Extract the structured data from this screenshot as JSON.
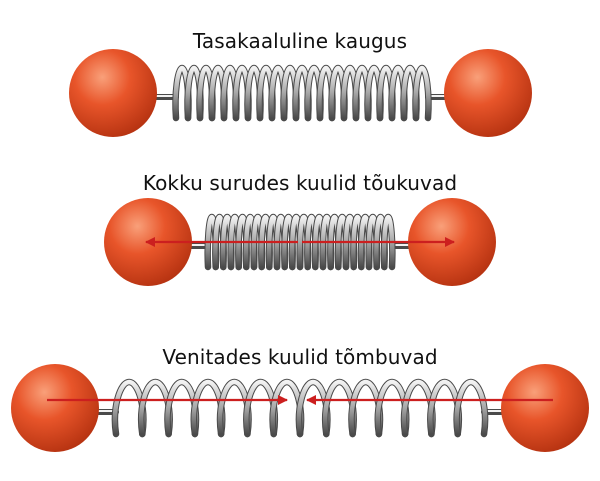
{
  "colors": {
    "ball": "#e8552a",
    "ball_highlight": "#f9a07a",
    "ball_shadow": "#b83412",
    "spring_light": "#f2f2f2",
    "spring_mid": "#a6a6a6",
    "spring_dark": "#4a4a4a",
    "arrow": "#cc1f1f",
    "text": "#111111"
  },
  "panels": [
    {
      "caption": "Tasakaaluline kaugus",
      "state": "equilibrium",
      "arrows": "none"
    },
    {
      "caption": "Kokku surudes kuulid tõukuvad",
      "state": "compressed",
      "arrows": "outward"
    },
    {
      "caption": "Venitades kuulid tõmbuvad",
      "state": "stretched",
      "arrows": "inward"
    }
  ]
}
